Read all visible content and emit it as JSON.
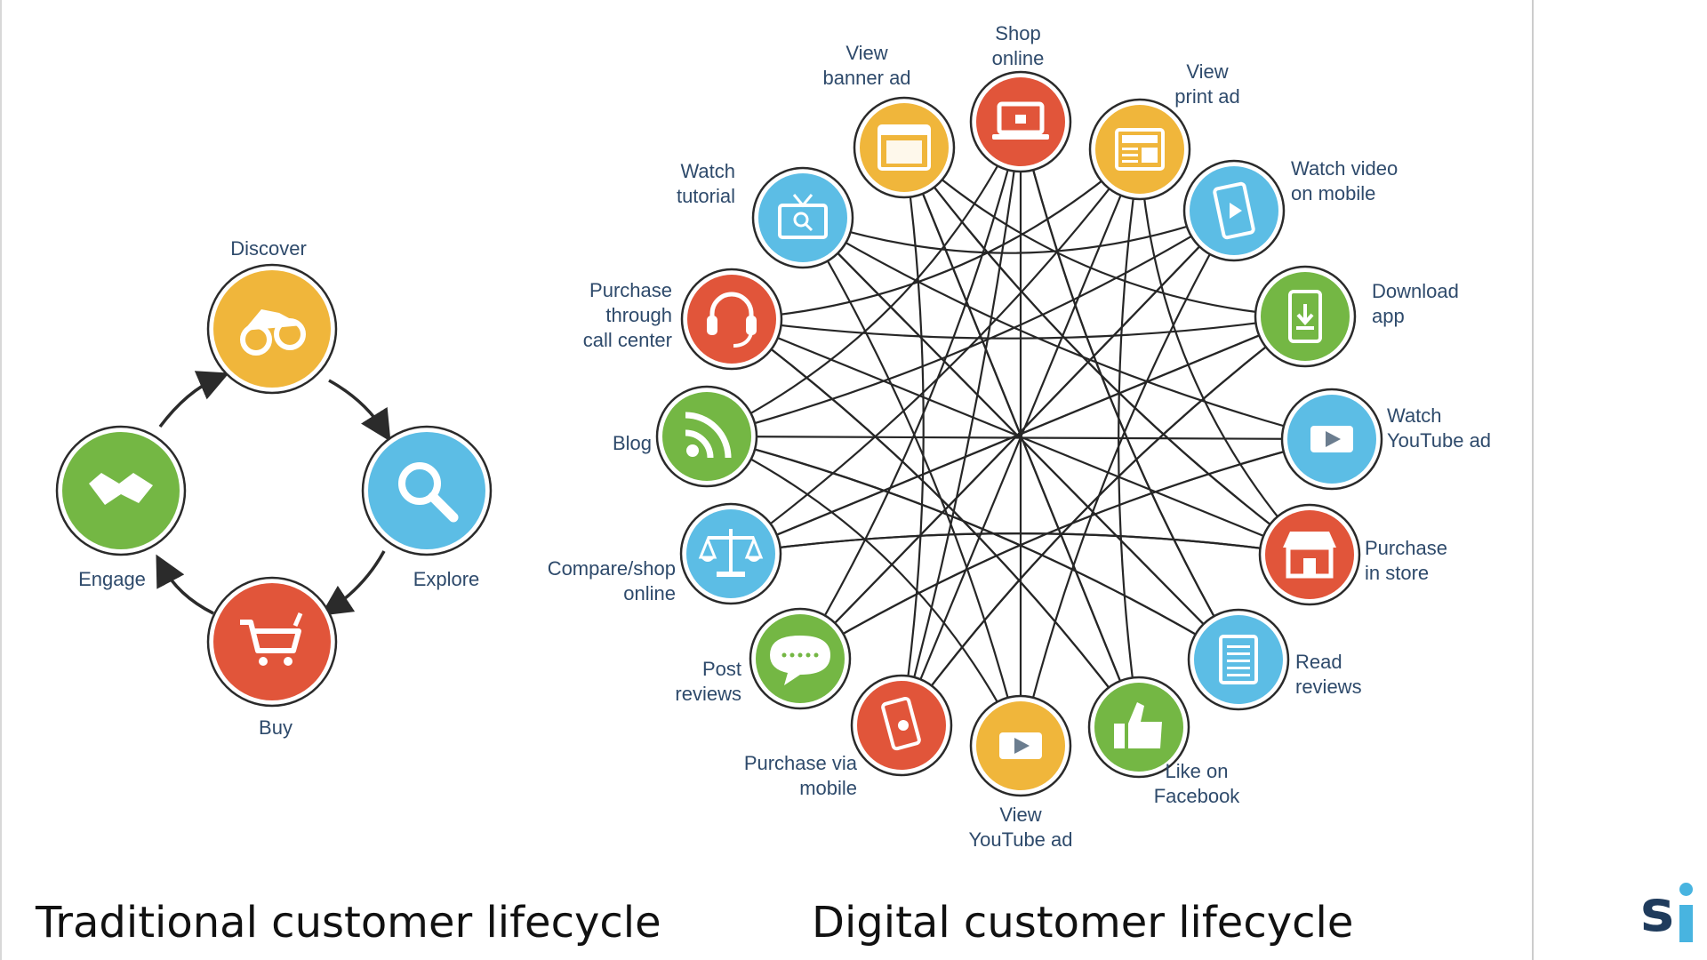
{
  "traditional": {
    "title": "Traditional customer lifecycle",
    "nodes": [
      {
        "label": "Discover",
        "icon": "binoculars-icon",
        "color": "#f0b63b"
      },
      {
        "label": "Explore",
        "icon": "magnifier-icon",
        "color": "#5cbde5"
      },
      {
        "label": "Buy",
        "icon": "shopping-cart-icon",
        "color": "#e1553a"
      },
      {
        "label": "Engage",
        "icon": "handshake-icon",
        "color": "#74b744"
      }
    ]
  },
  "digital": {
    "title": "Digital customer lifecycle",
    "nodes": [
      {
        "label": "Shop online",
        "icon": "laptop-icon",
        "color": "#e1553a"
      },
      {
        "label": "View print ad",
        "icon": "newspaper-icon",
        "color": "#f0b63b"
      },
      {
        "label": "Watch video on mobile",
        "icon": "mobile-video-icon",
        "color": "#5cbde5"
      },
      {
        "label": "Download app",
        "icon": "download-app-icon",
        "color": "#74b744"
      },
      {
        "label": "Watch YouTube ad",
        "icon": "play-icon",
        "color": "#5cbde5"
      },
      {
        "label": "Purchase in store",
        "icon": "storefront-icon",
        "color": "#e1553a"
      },
      {
        "label": "Read reviews",
        "icon": "document-icon",
        "color": "#5cbde5"
      },
      {
        "label": "Like on Facebook",
        "icon": "thumbs-up-icon",
        "color": "#74b744"
      },
      {
        "label": "View YouTube ad",
        "icon": "play-icon",
        "color": "#f0b63b"
      },
      {
        "label": "Purchase via mobile",
        "icon": "mobile-touch-icon",
        "color": "#e1553a"
      },
      {
        "label": "Post reviews",
        "icon": "speech-bubble-icon",
        "color": "#74b744"
      },
      {
        "label": "Compare/shop online",
        "icon": "scales-icon",
        "color": "#5cbde5"
      },
      {
        "label": "Blog",
        "icon": "rss-icon",
        "color": "#74b744"
      },
      {
        "label": "Purchase through call center",
        "icon": "headset-icon",
        "color": "#e1553a"
      },
      {
        "label": "Watch tutorial",
        "icon": "tv-icon",
        "color": "#5cbde5"
      },
      {
        "label": "View banner ad",
        "icon": "browser-window-icon",
        "color": "#f0b63b"
      }
    ]
  },
  "logo": {
    "text": "si"
  }
}
